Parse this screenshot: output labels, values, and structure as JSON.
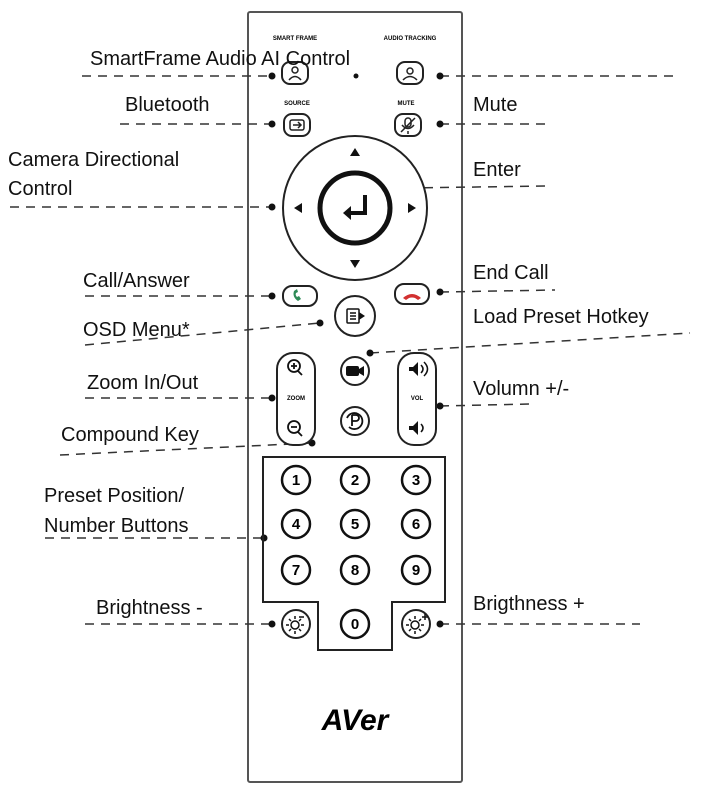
{
  "labels": {
    "smartframe_audio": "SmartFrame Audio AI Control",
    "bluetooth": "Bluetooth",
    "mute": "Mute",
    "camera_directional": "Camera Directional Control",
    "enter": "Enter",
    "call_answer": "Call/Answer",
    "end_call": "End Call",
    "osd_menu": "OSD Menu*",
    "load_preset_hotkey": "Load Preset Hotkey",
    "zoom_in_out": "Zoom In/Out",
    "volume": "Volumn +/-",
    "compound_key": "Compound Key",
    "preset_position": "Preset Position/ Number Buttons",
    "brightness_minus": "Brightness -",
    "brightness_plus": "Brigthness +"
  },
  "remote": {
    "smart_frame_label": "SMART FRAME",
    "audio_tracking_label": "AUDIO TRACKING",
    "source_label": "SOURCE",
    "mute_label": "MUTE",
    "zoom_label": "ZOOM",
    "vol_label": "VOL",
    "number_buttons": [
      "1",
      "2",
      "3",
      "4",
      "5",
      "6",
      "7",
      "8",
      "9",
      "0"
    ],
    "brand": "AVer"
  }
}
